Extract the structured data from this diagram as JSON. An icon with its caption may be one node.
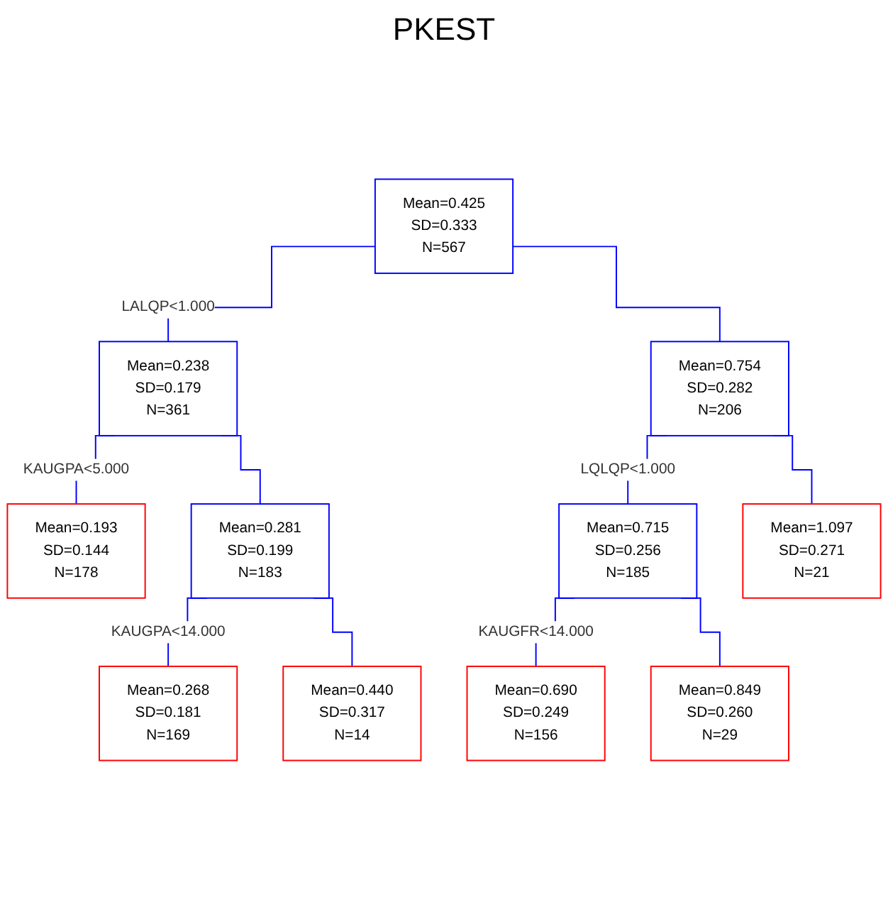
{
  "diagram": {
    "title": "PKEST",
    "nodes": [
      {
        "text": [
          "Mean=0.425",
          "SD=0.333",
          "N=567"
        ]
      },
      {
        "text": [
          "Mean=0.238",
          "SD=0.179",
          "N=361"
        ]
      },
      {
        "text": [
          "Mean=0.754",
          "SD=0.282",
          "N=206"
        ]
      },
      {
        "text": [
          "Mean=0.193",
          "SD=0.144",
          "N=178"
        ]
      },
      {
        "text": [
          "Mean=0.281",
          "SD=0.199",
          "N=183"
        ]
      },
      {
        "text": [
          "Mean=0.715",
          "SD=0.256",
          "N=185"
        ]
      },
      {
        "text": [
          "Mean=1.097",
          "SD=0.271",
          "N=21"
        ]
      },
      {
        "text": [
          "Mean=0.268",
          "SD=0.181",
          "N=169"
        ]
      },
      {
        "text": [
          "Mean=0.440",
          "SD=0.317",
          "N=14"
        ]
      },
      {
        "text": [
          "Mean=0.690",
          "SD=0.249",
          "N=156"
        ]
      },
      {
        "text": [
          "Mean=0.849",
          "SD=0.260",
          "N=29"
        ]
      }
    ],
    "edges": [
      {
        "from": 0,
        "to": 1,
        "arrow": "none",
        "label": "LALQP<1.000"
      },
      {
        "from": 0,
        "to": 2,
        "arrow": "none"
      },
      {
        "from": 1,
        "to": 3,
        "arrow": "none",
        "label": "KAUGPA<5.000"
      },
      {
        "from": 1,
        "to": 4,
        "arrow": "none"
      },
      {
        "from": 2,
        "to": 5,
        "arrow": "none",
        "label": "LQLQP<1.000"
      },
      {
        "from": 2,
        "to": 6,
        "arrow": "none"
      },
      {
        "from": 4,
        "to": 7,
        "arrow": "none",
        "label": "KAUGPA<14.000"
      },
      {
        "from": 4,
        "to": 8,
        "arrow": "none"
      },
      {
        "from": 5,
        "to": 9,
        "arrow": "none",
        "label": "KAUGFR<14.000"
      },
      {
        "from": 5,
        "to": 10,
        "arrow": "none"
      }
    ]
  }
}
